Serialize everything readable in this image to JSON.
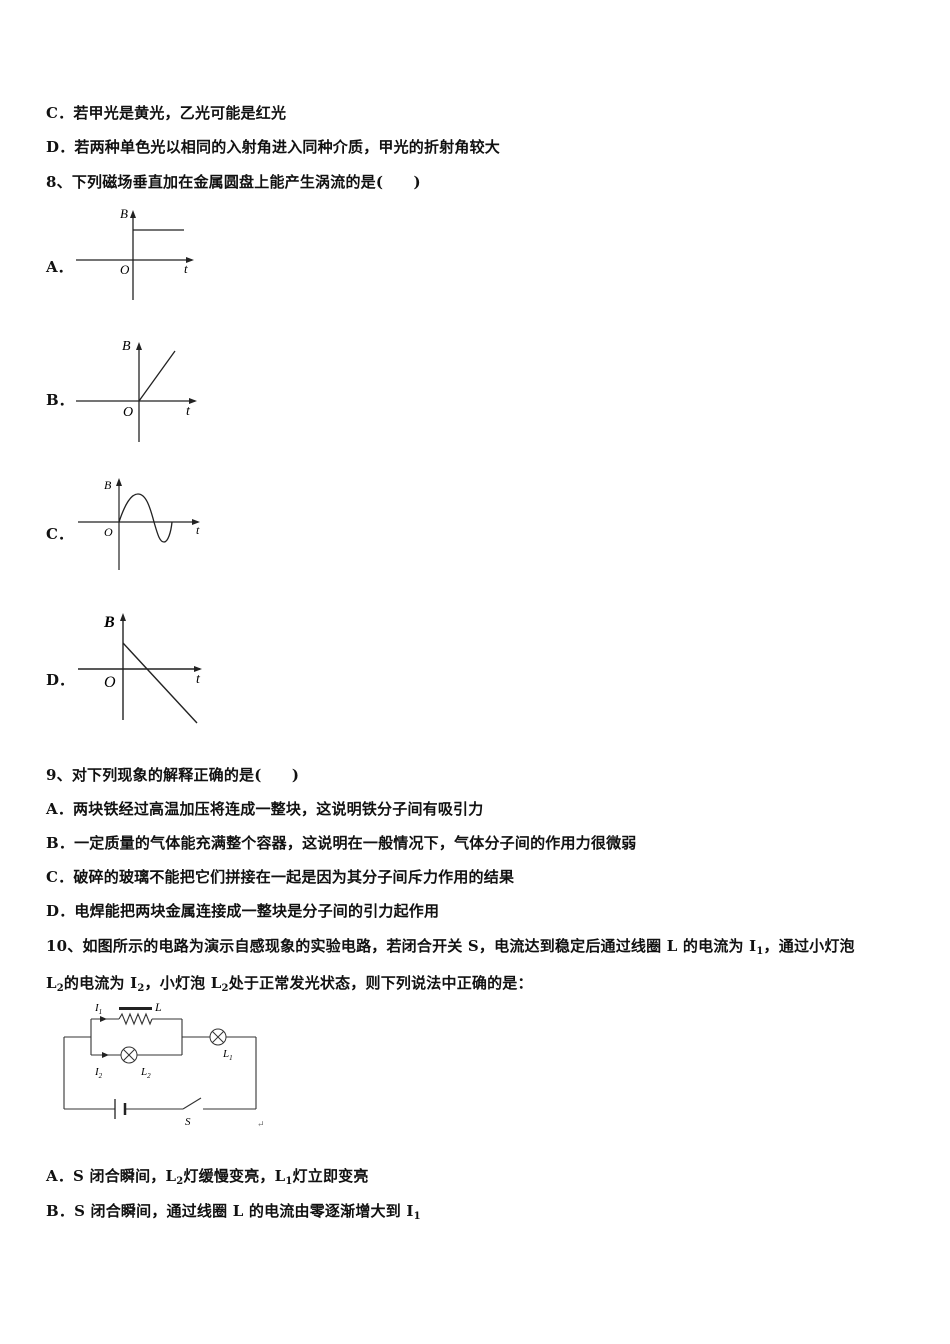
{
  "q7": {
    "option_c": "C．若甲光是黄光，乙光可能是红光",
    "option_d": "D．若两种单色光以相同的入射角进入同种介质，甲光的折射角较大"
  },
  "q8": {
    "stem": "8、下列磁场垂直加在金属圆盘上能产生涡流的是(　　)",
    "option_labels": [
      "A．",
      "B．",
      "C．",
      "D．"
    ],
    "axis_y": "B",
    "axis_x": "t",
    "origin": "O"
  },
  "q9": {
    "stem": "9、对下列现象的解释正确的是(　　)",
    "options": [
      "A．两块铁经过高温加压将连成一整块，这说明铁分子间有吸引力",
      "B．一定质量的气体能充满整个容器，这说明在一般情况下，气体分子间的作用力很微弱",
      "C．破碎的玻璃不能把它们拼接在一起是因为其分子间斥力作用的结果",
      "D．电焊能把两块金属连接成一整块是分子间的引力起作用"
    ]
  },
  "q10": {
    "stem_part1": "10、如图所示的电路为演示自感现象的实验电路，若闭合开关 S，电流达到稳定后通过线圈 L 的电流为 I",
    "stem_part1_sub": "1",
    "stem_part1_end": "，通过小灯泡",
    "stem_part2_a": "L",
    "stem_part2_sub1": "2",
    "stem_part2_b": "的电流为 I",
    "stem_part2_sub2": "2",
    "stem_part2_c": "，小灯泡 L",
    "stem_part2_sub3": "2",
    "stem_part2_d": "处于正常发光状态，则下列说法中正确的是：",
    "circuit": {
      "I1": "I",
      "I1_sub": "1",
      "L": "L",
      "I2": "I",
      "I2_sub": "2",
      "L2": "L",
      "L2_sub": "2",
      "L1": "L",
      "L1_sub": "1",
      "S": "S"
    },
    "option_a_1": "A．S 闭合瞬间，L",
    "option_a_sub1": "2",
    "option_a_2": "灯缓慢变亮，L",
    "option_a_sub2": "1",
    "option_a_3": "灯立即变亮",
    "option_b_1": "B．S 闭合瞬间，通过线圈 L 的电流由零逐渐增大到 I",
    "option_b_sub": "1"
  }
}
